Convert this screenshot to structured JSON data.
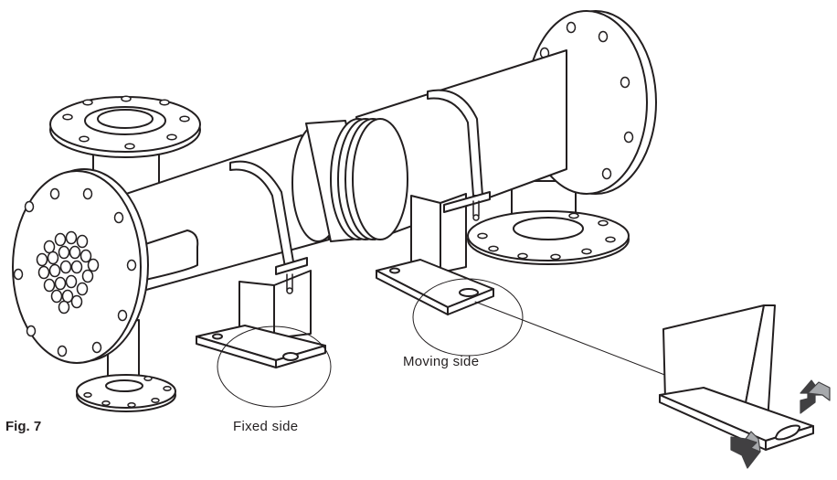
{
  "figure": {
    "label": "Fig. 7",
    "fixed_side_label": "Fixed side",
    "moving_side_label": "Moving side"
  },
  "colors": {
    "line": "#231f20",
    "fill": "#ffffff",
    "arrow_gray": "#a7a9ac",
    "arrow_dark": "#414042"
  }
}
